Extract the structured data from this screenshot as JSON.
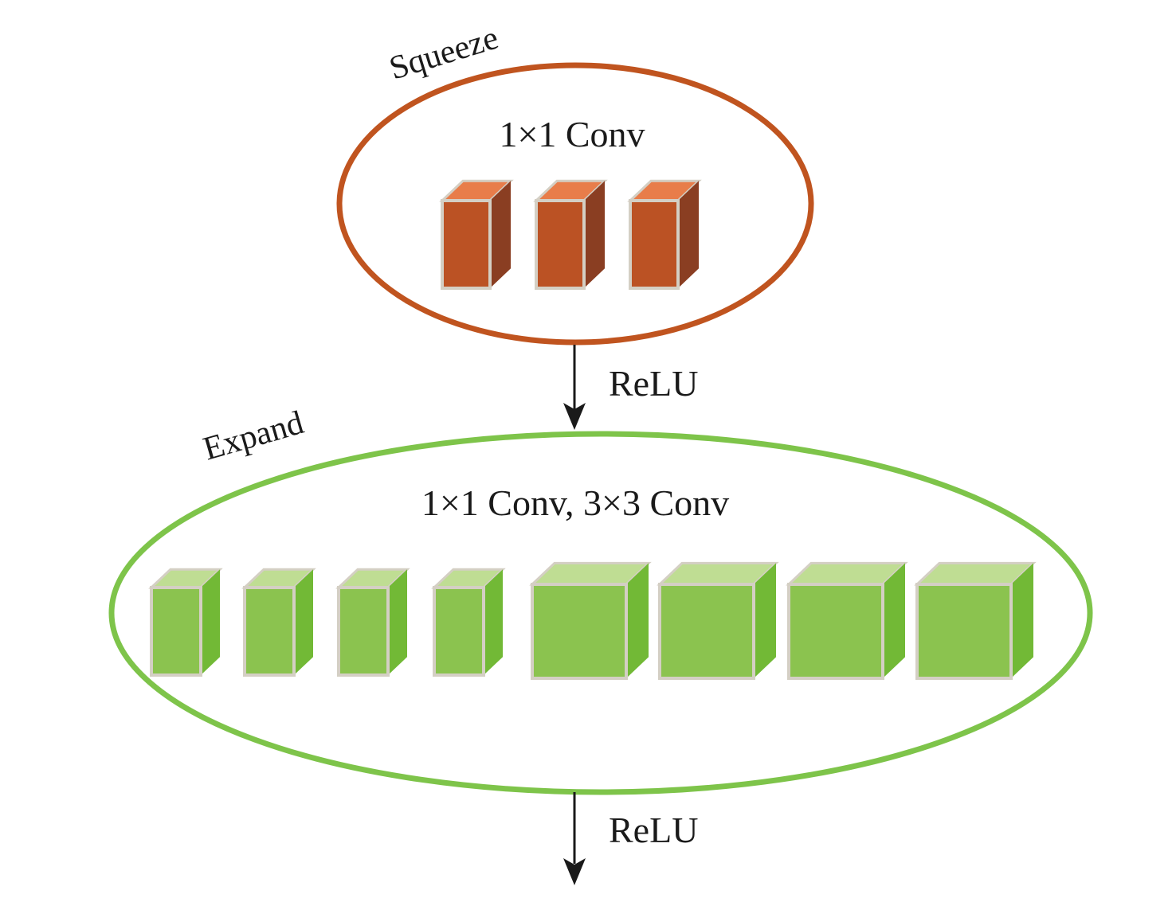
{
  "colors": {
    "squeeze_ring": "#c0541f",
    "squeeze_front": "#bb5224",
    "squeeze_top": "#e87d4a",
    "squeeze_side": "#8a3e22",
    "expand_ring": "#7ec44a",
    "expand_front": "#8bc34f",
    "expand_top": "#bfdd93",
    "expand_side": "#72b936",
    "cube_edge": "#d4cfc4",
    "arrow": "#1a1a1a"
  },
  "squeeze": {
    "label": "Squeeze",
    "conv_label": "1×1 Conv",
    "filters": [
      {
        "kind": "1x1"
      },
      {
        "kind": "1x1"
      },
      {
        "kind": "1x1"
      }
    ]
  },
  "relu_1": {
    "label": "ReLU"
  },
  "expand": {
    "label": "Expand",
    "conv_label": "1×1 Conv, 3×3 Conv",
    "filters": [
      {
        "kind": "1x1"
      },
      {
        "kind": "1x1"
      },
      {
        "kind": "1x1"
      },
      {
        "kind": "1x1"
      },
      {
        "kind": "3x3"
      },
      {
        "kind": "3x3"
      },
      {
        "kind": "3x3"
      },
      {
        "kind": "3x3"
      }
    ]
  },
  "relu_2": {
    "label": "ReLU"
  }
}
